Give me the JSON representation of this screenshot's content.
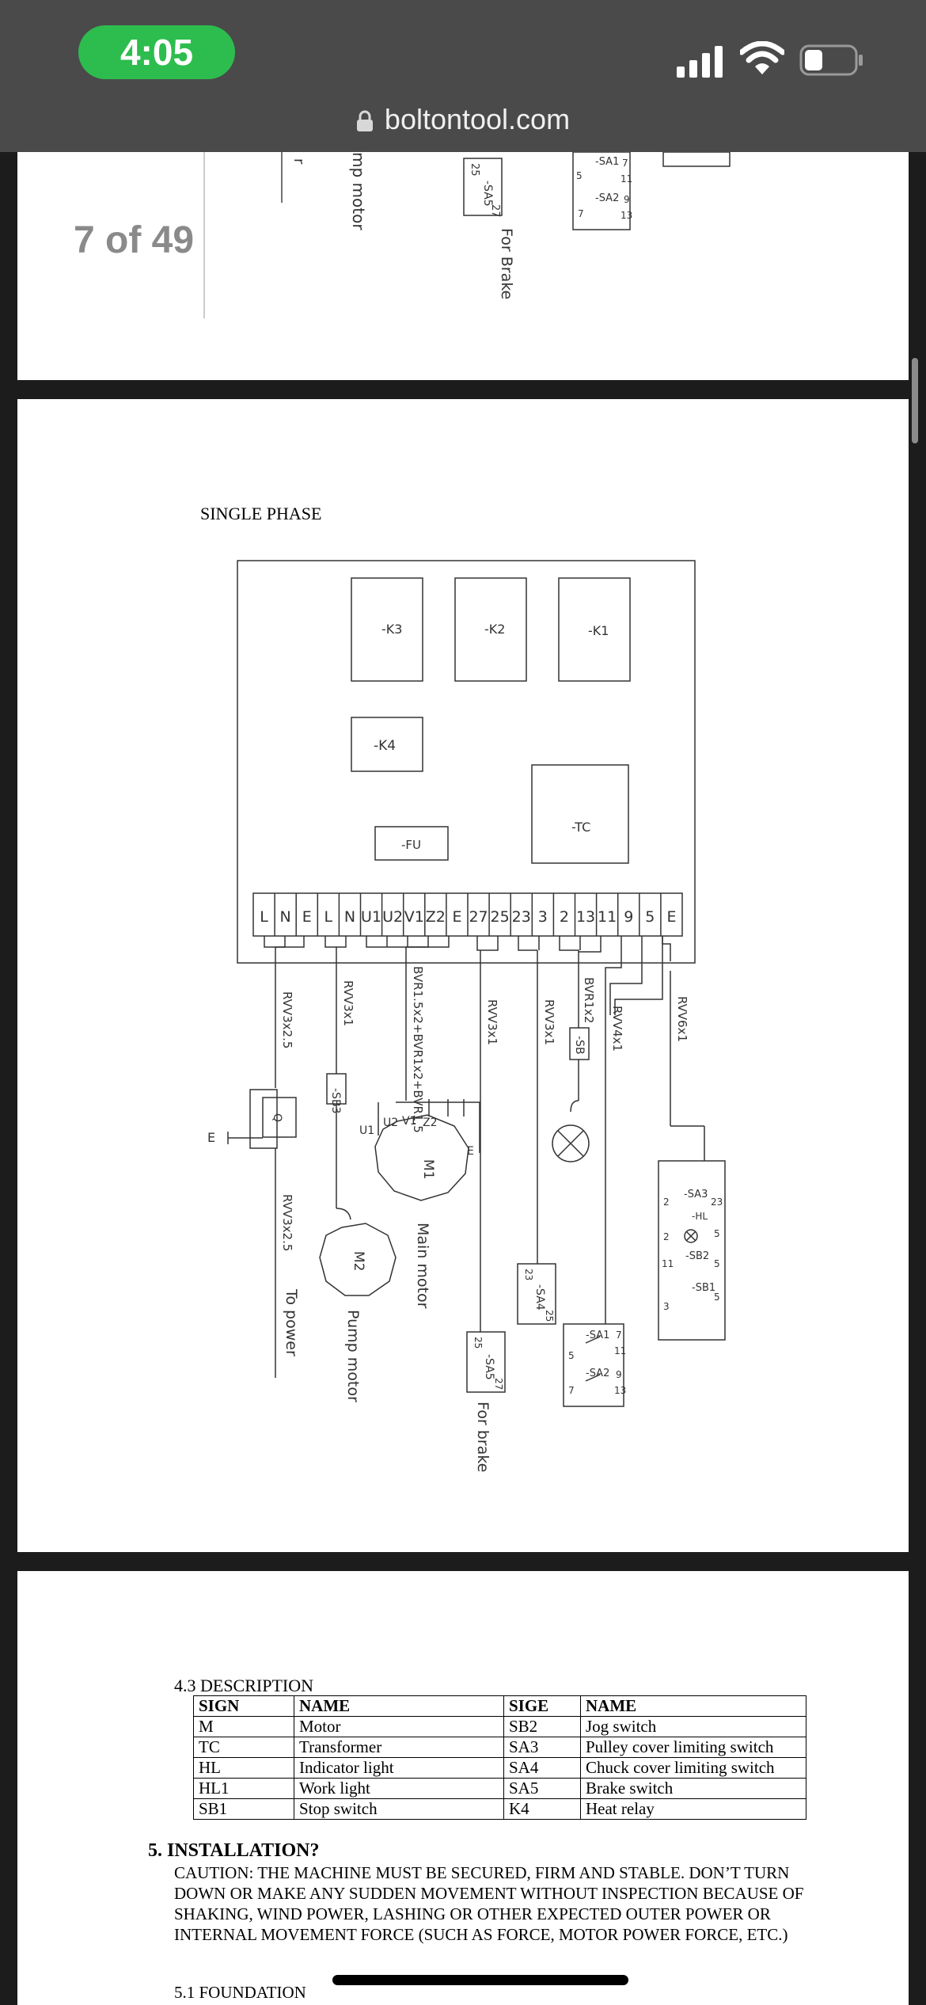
{
  "status_bar": {
    "time": "4:05",
    "signal_icon": "cellular-signal-icon",
    "wifi_icon": "wifi-icon",
    "battery_icon": "battery-icon",
    "url": "boltontool.com",
    "lock_icon": "lock-icon",
    "pill_color": "#2dbd4e"
  },
  "viewer": {
    "page_counter": "7 of 49"
  },
  "prev_page": {
    "labels": {
      "cut_left": "r",
      "pump_motor": "mp motor",
      "sa5_a": "25",
      "sa5_b": "-SA5",
      "sa5_c": "27",
      "for_brake": "For Brake",
      "sa1": "-SA1",
      "sa1_l": "5",
      "sa1_r1": "7",
      "sa1_r2": "11",
      "sa2": "-SA2",
      "sa2_r1": "9",
      "sa2_l": "7",
      "sa2_r2": "13"
    }
  },
  "diagram": {
    "title": "SINGLE PHASE",
    "components": {
      "k3": "-K3",
      "k2": "-K2",
      "k1": "-K1",
      "k4": "-K4",
      "fu": "-FU",
      "tc": "-TC"
    },
    "terminals": [
      "L",
      "N",
      "E",
      "L",
      "N",
      "U1",
      "U2",
      "V1",
      "Z2",
      "E",
      "27",
      "25",
      "23",
      "3",
      "2",
      "13",
      "11",
      "9",
      "5",
      "E"
    ],
    "cables": {
      "c1": "RVV3x2.5",
      "c2": "RVV3x1",
      "c3": "BVR1.5x2+BVR1x2+BVR1.5",
      "c4": "RVV3x1",
      "c5": "RVV3x1",
      "c6": "BVR1x2",
      "c7": "RVV4x1",
      "c8": "RVV6x1",
      "c9": "RVV3x2.5"
    },
    "labels": {
      "sb3": "-SB3",
      "sb": "-SB",
      "q": "Q",
      "e_left": "E",
      "u1": "U1",
      "u2": "U2",
      "v1": "V1",
      "z2": "Z2",
      "e_motor": "E",
      "m1": "M1",
      "m2": "M2",
      "main_motor": "Main motor",
      "pump_motor": "Pump motor",
      "to_power": "To power",
      "for_brake": "For brake",
      "sa4_a": "23",
      "sa4_b": "-SA4",
      "sa4_c": "25",
      "sa5_a": "25",
      "sa5_b": "-SA5",
      "sa5_c": "27",
      "sa1": "-SA1",
      "sa1_l": "5",
      "sa1_r1": "7",
      "sa1_r2": "11",
      "sa2": "-SA2",
      "sa2_l": "7",
      "sa2_r1": "9",
      "sa2_r2": "13",
      "sa3": "-SA3",
      "hl": "-HL",
      "sb2": "-SB2",
      "sb1": "-SB1",
      "p_2a": "2",
      "p_23": "23",
      "p_2b": "2",
      "p_5a": "5",
      "p_11": "11",
      "p_5b": "5",
      "p_3": "3",
      "p_5c": "5"
    }
  },
  "description": {
    "title": "4.3 DESCRIPTION",
    "headers": [
      "SIGN",
      "NAME",
      "SIGE",
      "NAME"
    ],
    "rows": [
      [
        "M",
        "Motor",
        "SB2",
        "Jog switch"
      ],
      [
        "TC",
        "Transformer",
        "SA3",
        "Pulley cover limiting switch"
      ],
      [
        "HL",
        "Indicator light",
        "SA4",
        "Chuck cover limiting switch"
      ],
      [
        "HL1",
        "Work light",
        "SA5",
        "Brake switch"
      ],
      [
        "SB1",
        "Stop switch",
        "K4",
        "Heat relay"
      ]
    ]
  },
  "installation": {
    "heading": "5.  INSTALLATION?",
    "caution": "CAUTION: THE MACHINE MUST BE SECURED, FIRM AND STABLE. DON’T TURN DOWN OR MAKE ANY SUDDEN MOVEMENT WITHOUT INSPECTION BECAUSE OF SHAKING, WIND POWER, LASHING OR OTHER EXPECTED OUTER POWER OR INTERNAL MOVEMENT FORCE (SUCH AS FORCE, MOTOR POWER FORCE, ETC.)",
    "foundation": "5.1 FOUNDATION"
  }
}
